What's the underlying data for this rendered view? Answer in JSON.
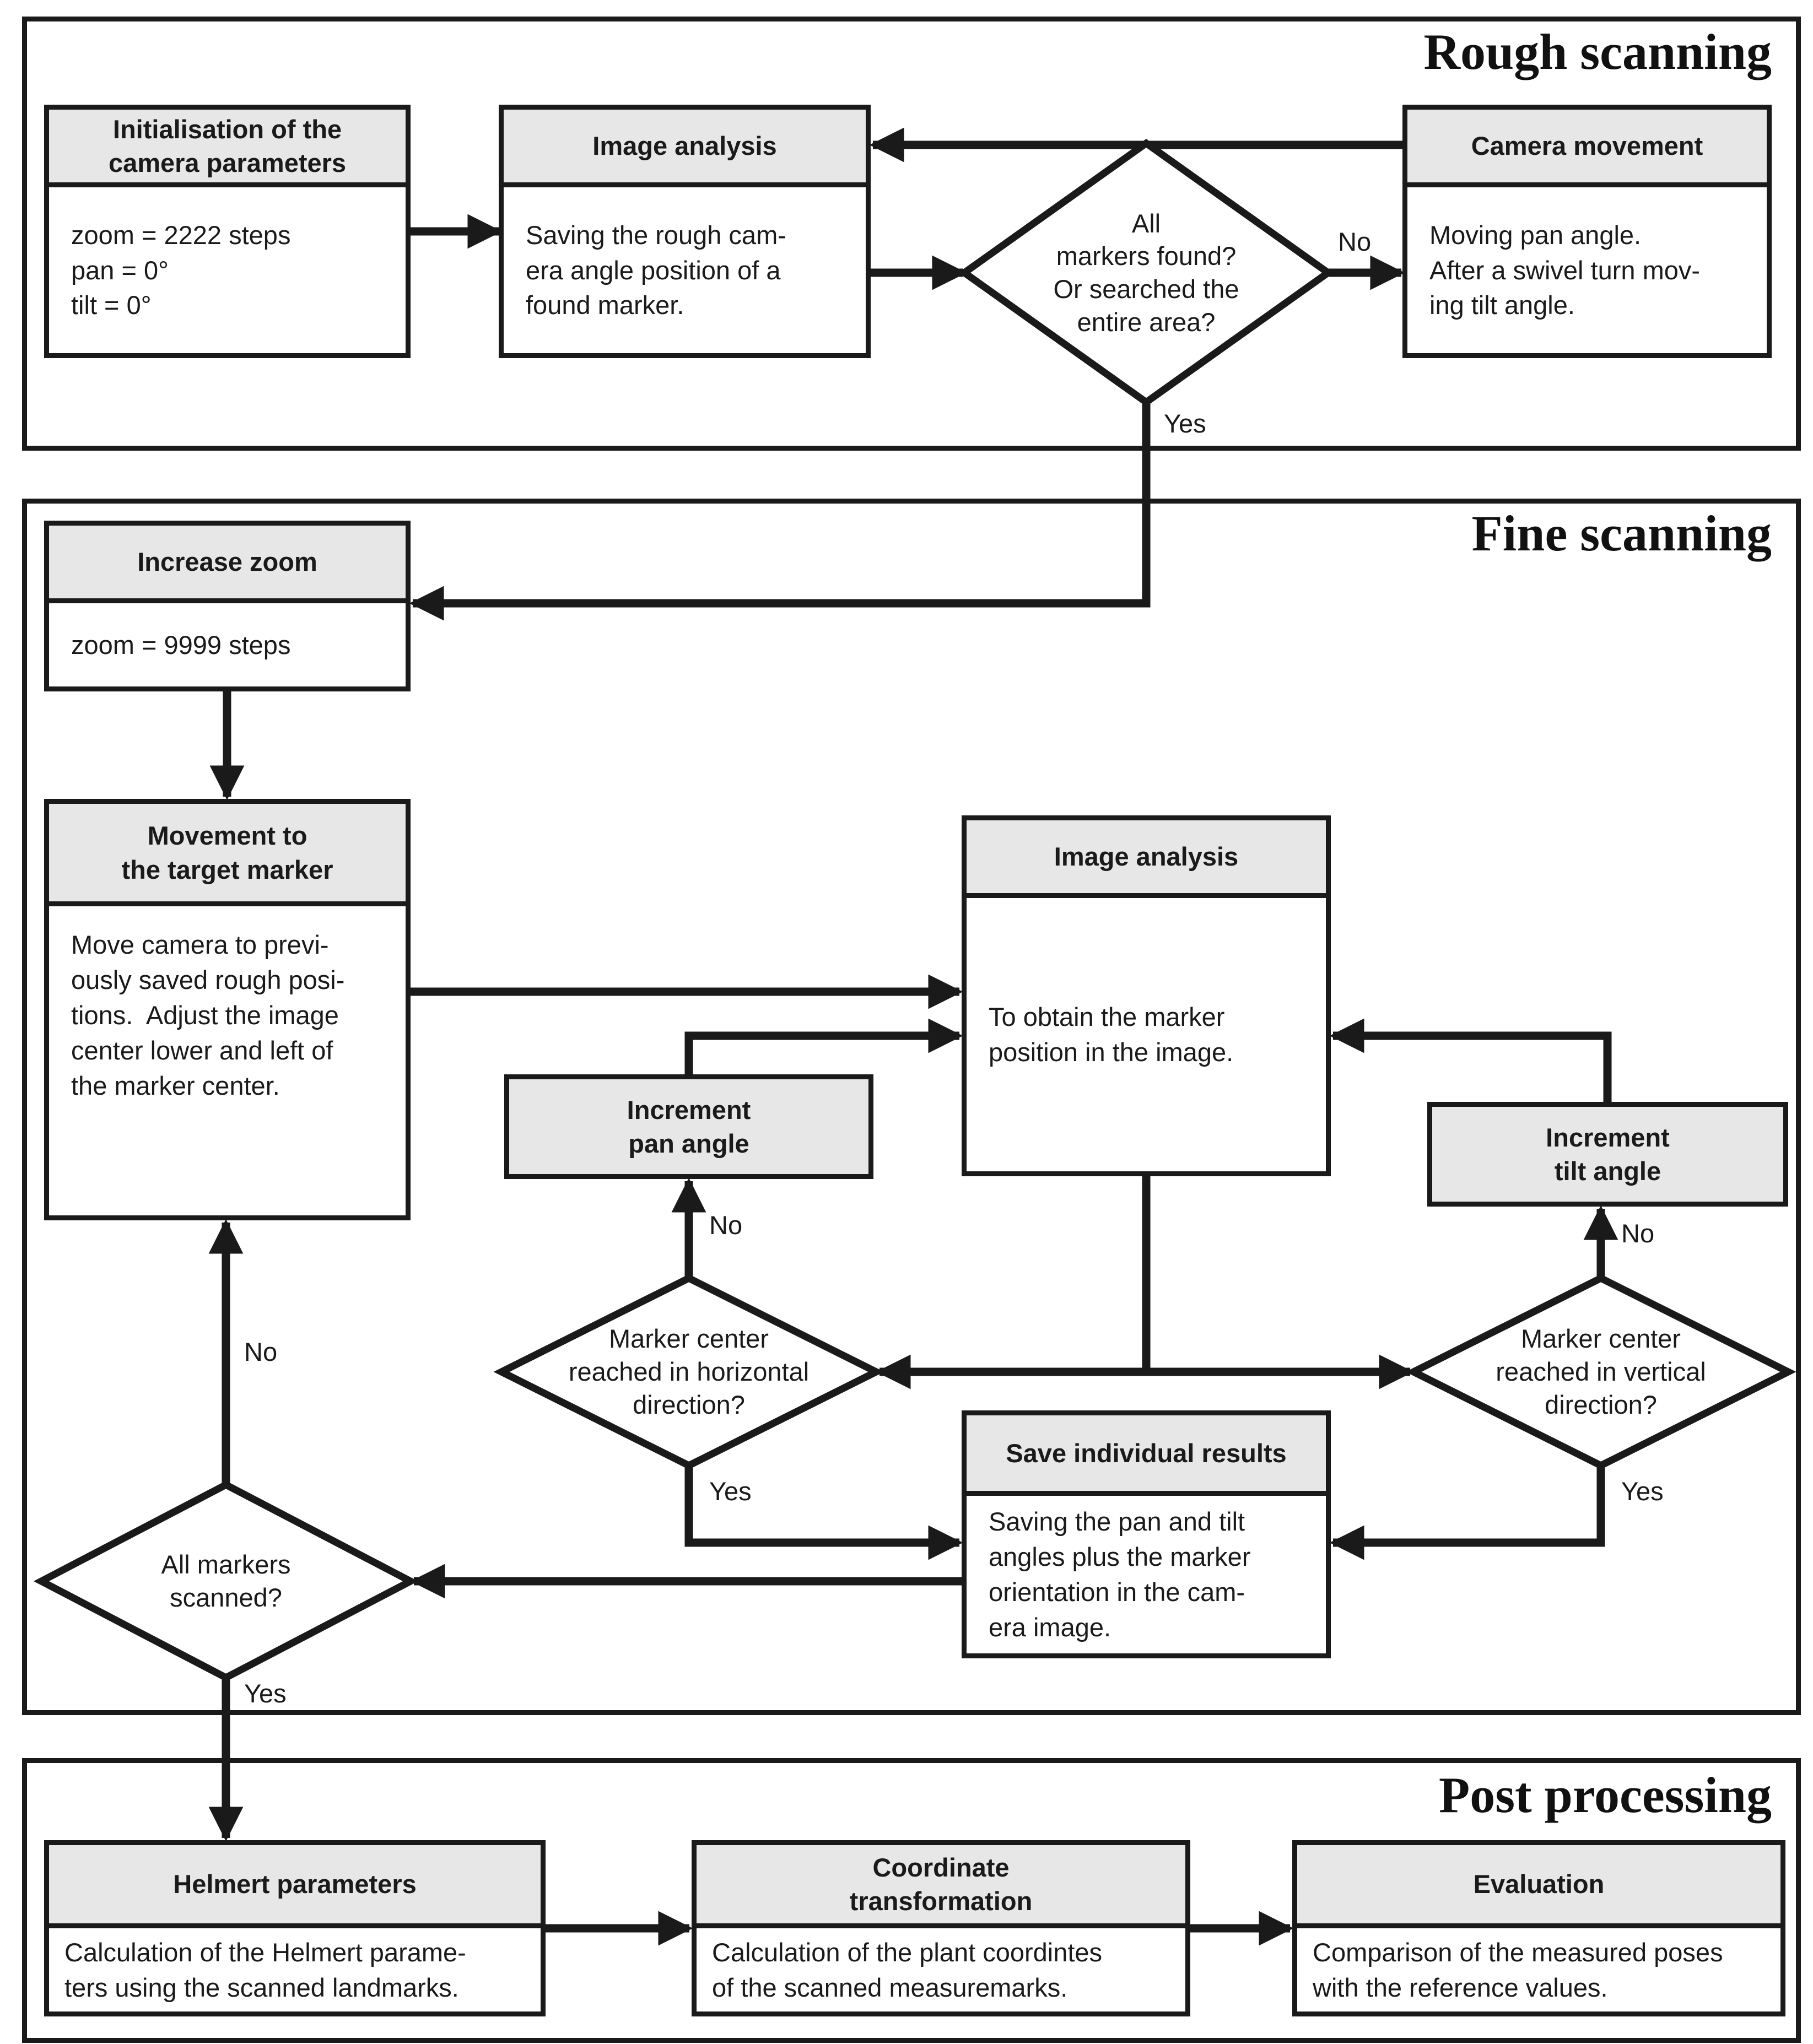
{
  "sections": {
    "rough": {
      "title": "Rough scanning"
    },
    "fine": {
      "title": "Fine scanning"
    },
    "post": {
      "title": "Post processing"
    }
  },
  "boxes": {
    "init": {
      "header": "Initialisation of the\ncamera parameters",
      "body": "zoom = 2222 steps\npan = 0°\ntilt = 0°"
    },
    "image_analysis_rough": {
      "header": "Image analysis",
      "body": "Saving the rough cam-\nera angle position of a\nfound marker."
    },
    "camera_movement": {
      "header": "Camera movement",
      "body": "Moving pan angle.\nAfter a swivel turn mov-\ning tilt angle."
    },
    "increase_zoom": {
      "header": "Increase zoom",
      "body": "zoom = 9999 steps"
    },
    "movement_target": {
      "header": "Movement to\nthe target marker",
      "body": "Move camera to previ-\nously saved rough posi-\ntions.  Adjust the image\ncenter lower and left of\nthe marker center."
    },
    "image_analysis_fine": {
      "header": "Image analysis",
      "body": "To obtain the marker\nposition in the image."
    },
    "increment_pan": {
      "label": "Increment\npan angle"
    },
    "increment_tilt": {
      "label": "Increment\ntilt angle"
    },
    "save_results": {
      "header": "Save individual results",
      "body": "Saving the pan and tilt\nangles plus the marker\norientation in the cam-\nera image."
    },
    "helmert": {
      "header": "Helmert parameters",
      "body": "Calculation of the Helmert parame-\nters using the scanned landmarks."
    },
    "coord_transform": {
      "header": "Coordinate\ntransformation",
      "body": "Calculation of the plant coordintes\nof the scanned measuremarks."
    },
    "evaluation": {
      "header": "Evaluation",
      "body": "Comparison of the measured poses\nwith the reference values."
    }
  },
  "decisions": {
    "all_markers_found": {
      "text": "All\nmarkers found?\nOr searched the\nentire area?"
    },
    "horizontal_reached": {
      "text": "Marker center\nreached in horizontal\ndirection?"
    },
    "vertical_reached": {
      "text": "Marker center\nreached in vertical\ndirection?"
    },
    "all_markers_scanned": {
      "text": "All markers\nscanned?"
    }
  },
  "edge_labels": {
    "found_no": "No",
    "found_yes": "Yes",
    "horiz_no": "No",
    "horiz_yes": "Yes",
    "vert_no": "No",
    "vert_yes": "Yes",
    "scanned_no": "No",
    "scanned_yes": "Yes"
  },
  "colors": {
    "header_fill": "#e7e7e7",
    "line": "#1a1a1a",
    "background": "#ffffff"
  }
}
